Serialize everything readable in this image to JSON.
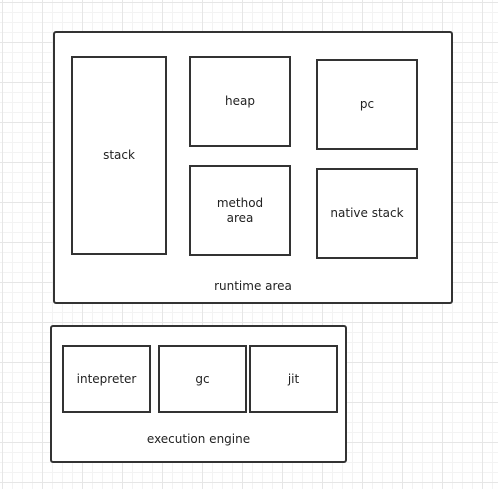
{
  "runtime_area": {
    "label": "runtime area",
    "boxes": {
      "stack": "stack",
      "heap": "heap",
      "pc": "pc",
      "method_area": "method area",
      "native_stack": "native stack"
    }
  },
  "execution_engine": {
    "label": "execution engine",
    "boxes": {
      "intepreter": "intepreter",
      "gc": "gc",
      "jit": "jit"
    }
  }
}
